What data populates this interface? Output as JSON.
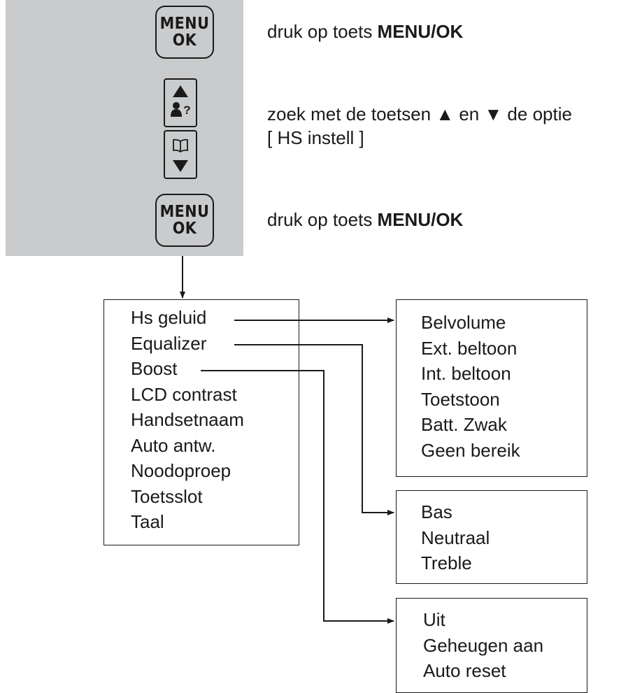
{
  "keys": {
    "menu_ok_1": {
      "line1": "MENU",
      "line2": "OK"
    },
    "menu_ok_2": {
      "line1": "MENU",
      "line2": "OK"
    },
    "up_secondary": "?"
  },
  "instructions": {
    "step1": {
      "text": "druk op toets ",
      "bold": "MENU/OK"
    },
    "step2": {
      "line1": "zoek met de toetsen ▲ en ▼ de optie",
      "line2": "[ HS instell ]"
    },
    "step3": {
      "text": "druk op toets ",
      "bold": "MENU/OK"
    }
  },
  "main_menu": {
    "items": [
      "Hs geluid",
      "Equalizer",
      "Boost",
      "LCD contrast",
      "Handsetnaam",
      "Auto antw.",
      "Noodoproep",
      "Toetsslot",
      "Taal"
    ]
  },
  "submenu_hs_geluid": {
    "items": [
      "Belvolume",
      "Ext. beltoon",
      "Int. beltoon",
      "Toetstoon",
      "Batt. Zwak",
      "Geen bereik"
    ]
  },
  "submenu_equalizer": {
    "items": [
      "Bas",
      "Neutraal",
      "Treble"
    ]
  },
  "submenu_boost": {
    "items": [
      "Uit",
      "Geheugen aan",
      "Auto reset"
    ]
  },
  "colors": {
    "panel": "#c9cbcd",
    "ink": "#1a1a1a"
  }
}
